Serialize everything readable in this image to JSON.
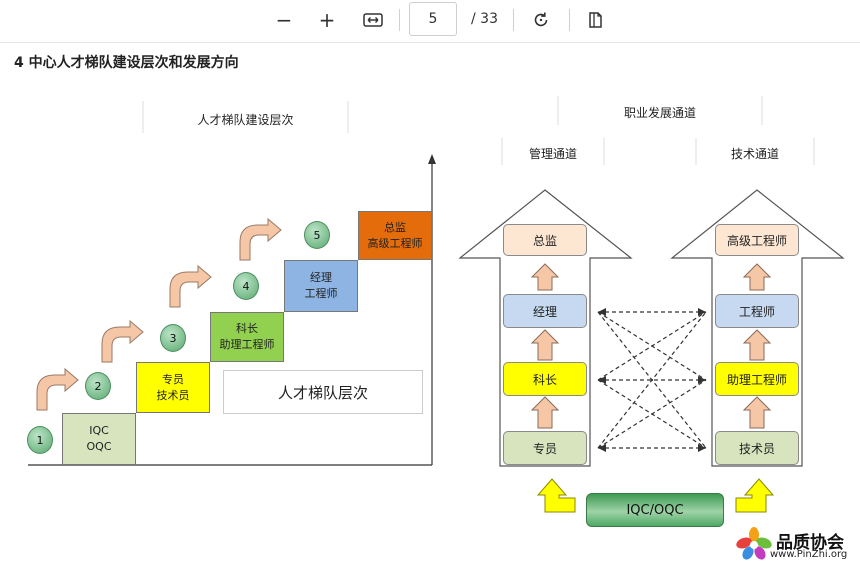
{
  "toolbar": {
    "zoom_out": "−",
    "zoom_in": "+",
    "page_current": "5",
    "page_total": "/ 33",
    "icons": [
      "minus-icon",
      "plus-icon",
      "fit-width-icon",
      "rotate-icon",
      "page-view-icon"
    ]
  },
  "document": {
    "heading": "4  中心人才梯队建设层次和发展方向"
  },
  "left_diagram": {
    "title": "人才梯队建设层次",
    "steps": [
      {
        "num": "1",
        "lines": [
          "IQC",
          "OQC"
        ],
        "color": "#d7e4bd"
      },
      {
        "num": "2",
        "lines": [
          "专员",
          "技术员"
        ],
        "color": "#ffff00"
      },
      {
        "num": "3",
        "lines": [
          "科长",
          "助理工程师"
        ],
        "color": "#92d050"
      },
      {
        "num": "4",
        "lines": [
          "经理",
          "工程师"
        ],
        "color": "#8eb4e3"
      },
      {
        "num": "5",
        "lines": [
          "总监",
          "高级工程师"
        ],
        "color": "#e46c0a"
      }
    ],
    "circle_labels": [
      "1",
      "2",
      "3",
      "4",
      "5"
    ],
    "legend": "人才梯队层次"
  },
  "right_diagram": {
    "title": "职业发展通道",
    "management_title": "管理通道",
    "technical_title": "技术通道",
    "management": [
      "总监",
      "经理",
      "科长",
      "专员"
    ],
    "technical": [
      "高级工程师",
      "工程师",
      "助理工程师",
      "技术员"
    ],
    "box_colors": [
      "#fde6d2",
      "#c6d9f1",
      "#ffff00",
      "#d7e4bd"
    ],
    "base": "IQC/OQC"
  },
  "watermark": {
    "title": "品质协会",
    "url": "www.PinZhi.org"
  }
}
